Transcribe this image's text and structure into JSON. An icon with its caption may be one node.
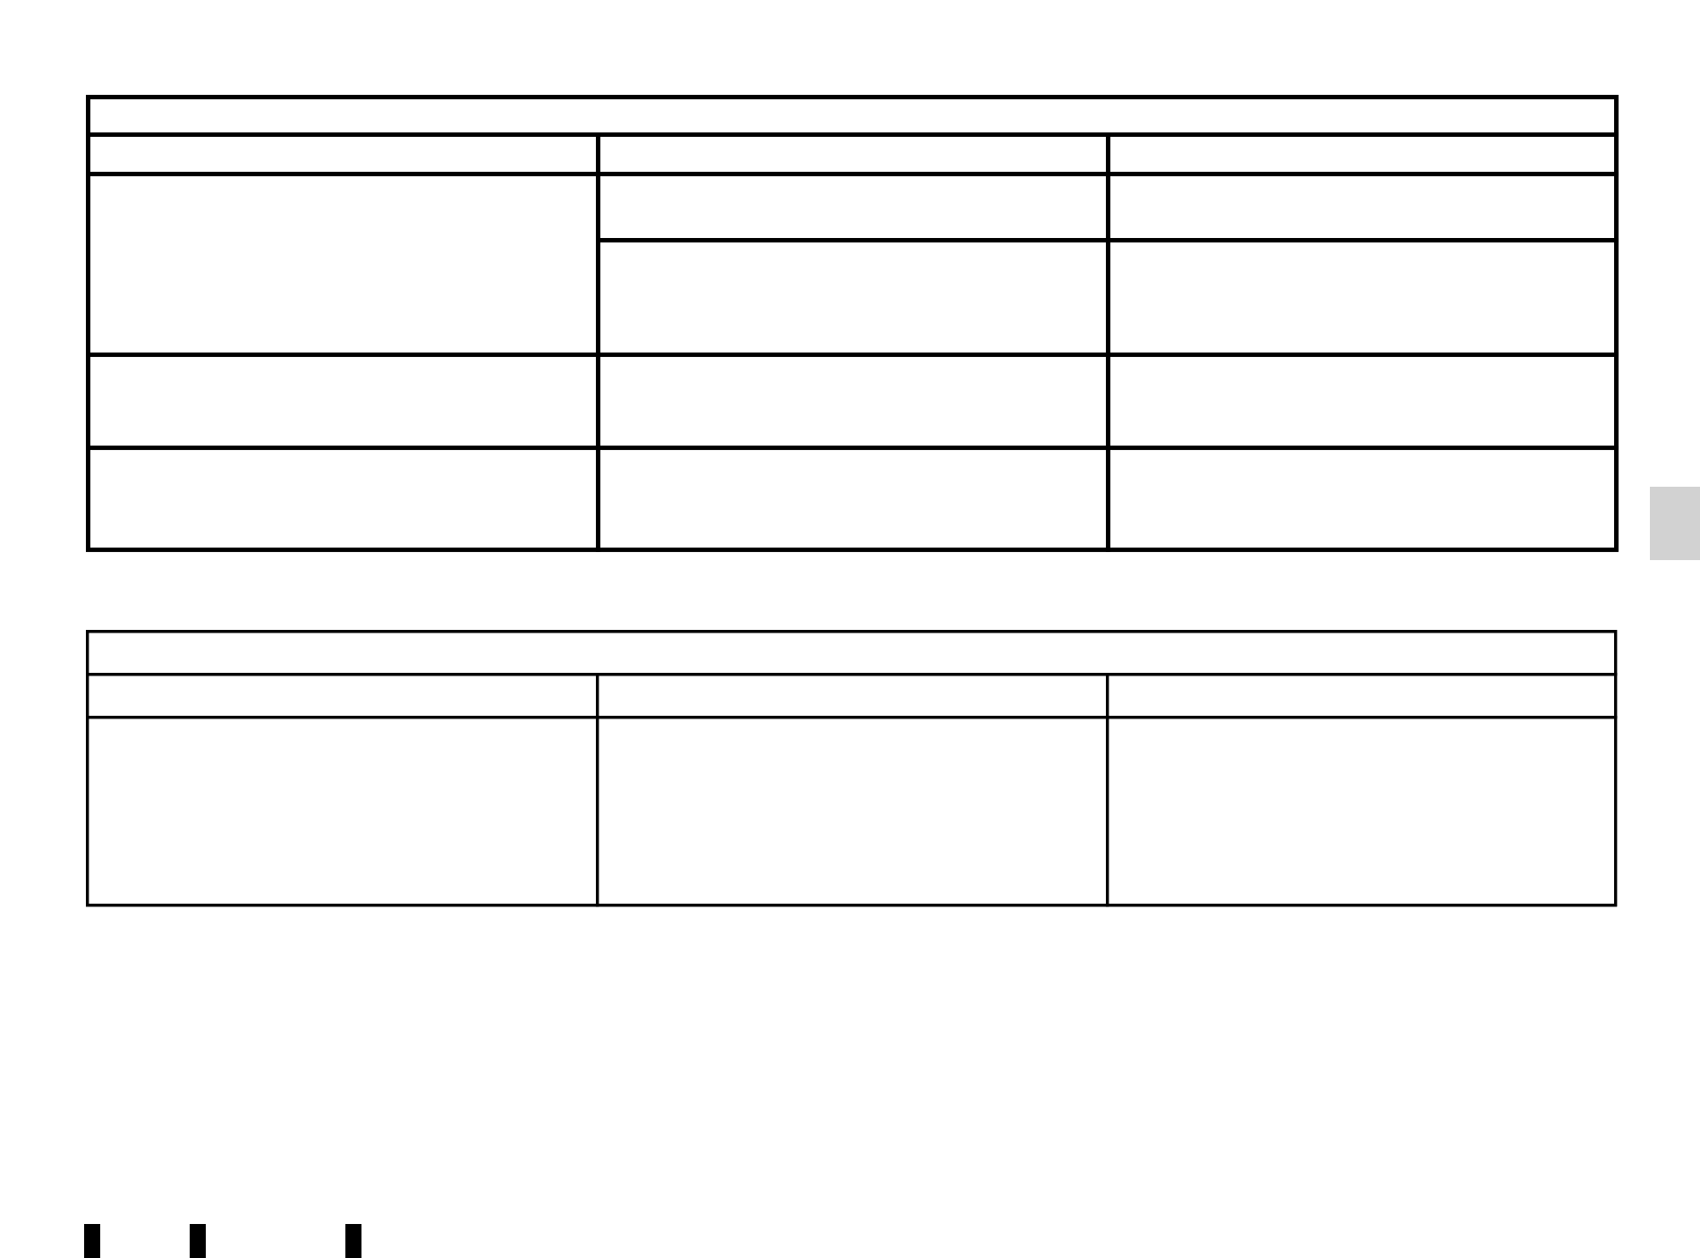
{
  "diagram": {
    "nodes": [
      {
        "text": [],
        "shape": "box"
      },
      {
        "text": [],
        "shape": "box",
        "in": 0
      },
      {
        "text": [],
        "shape": "box",
        "in": 0
      },
      {
        "text": [],
        "shape": "box",
        "in": 0
      },
      {
        "text": [],
        "shape": "box",
        "in": 0
      },
      {
        "text": [],
        "shape": "box",
        "in": 0
      },
      {
        "text": [],
        "shape": "box",
        "in": 0
      },
      {
        "text": [],
        "shape": "box",
        "in": 0
      },
      {
        "text": [],
        "shape": "box",
        "in": 0
      },
      {
        "text": [],
        "shape": "box",
        "in": 0
      },
      {
        "text": [],
        "shape": "box",
        "in": 0
      },
      {
        "text": [],
        "shape": "box",
        "in": 0
      },
      {
        "text": [],
        "shape": "box",
        "in": 0
      },
      {
        "text": [],
        "shape": "box",
        "in": 0
      },
      {
        "text": [],
        "shape": "box",
        "in": 0
      },
      {
        "text": [],
        "shape": "box",
        "in": 0
      },
      {
        "text": [],
        "shape": "box"
      },
      {
        "text": [],
        "shape": "box",
        "in": 16
      },
      {
        "text": [],
        "shape": "box",
        "in": 16
      },
      {
        "text": [],
        "shape": "box",
        "in": 16
      },
      {
        "text": [],
        "shape": "box",
        "in": 16
      },
      {
        "text": [],
        "shape": "box",
        "in": 16
      },
      {
        "text": [],
        "shape": "box",
        "in": 16
      },
      {
        "text": [],
        "shape": "box",
        "in": 16
      }
    ]
  }
}
